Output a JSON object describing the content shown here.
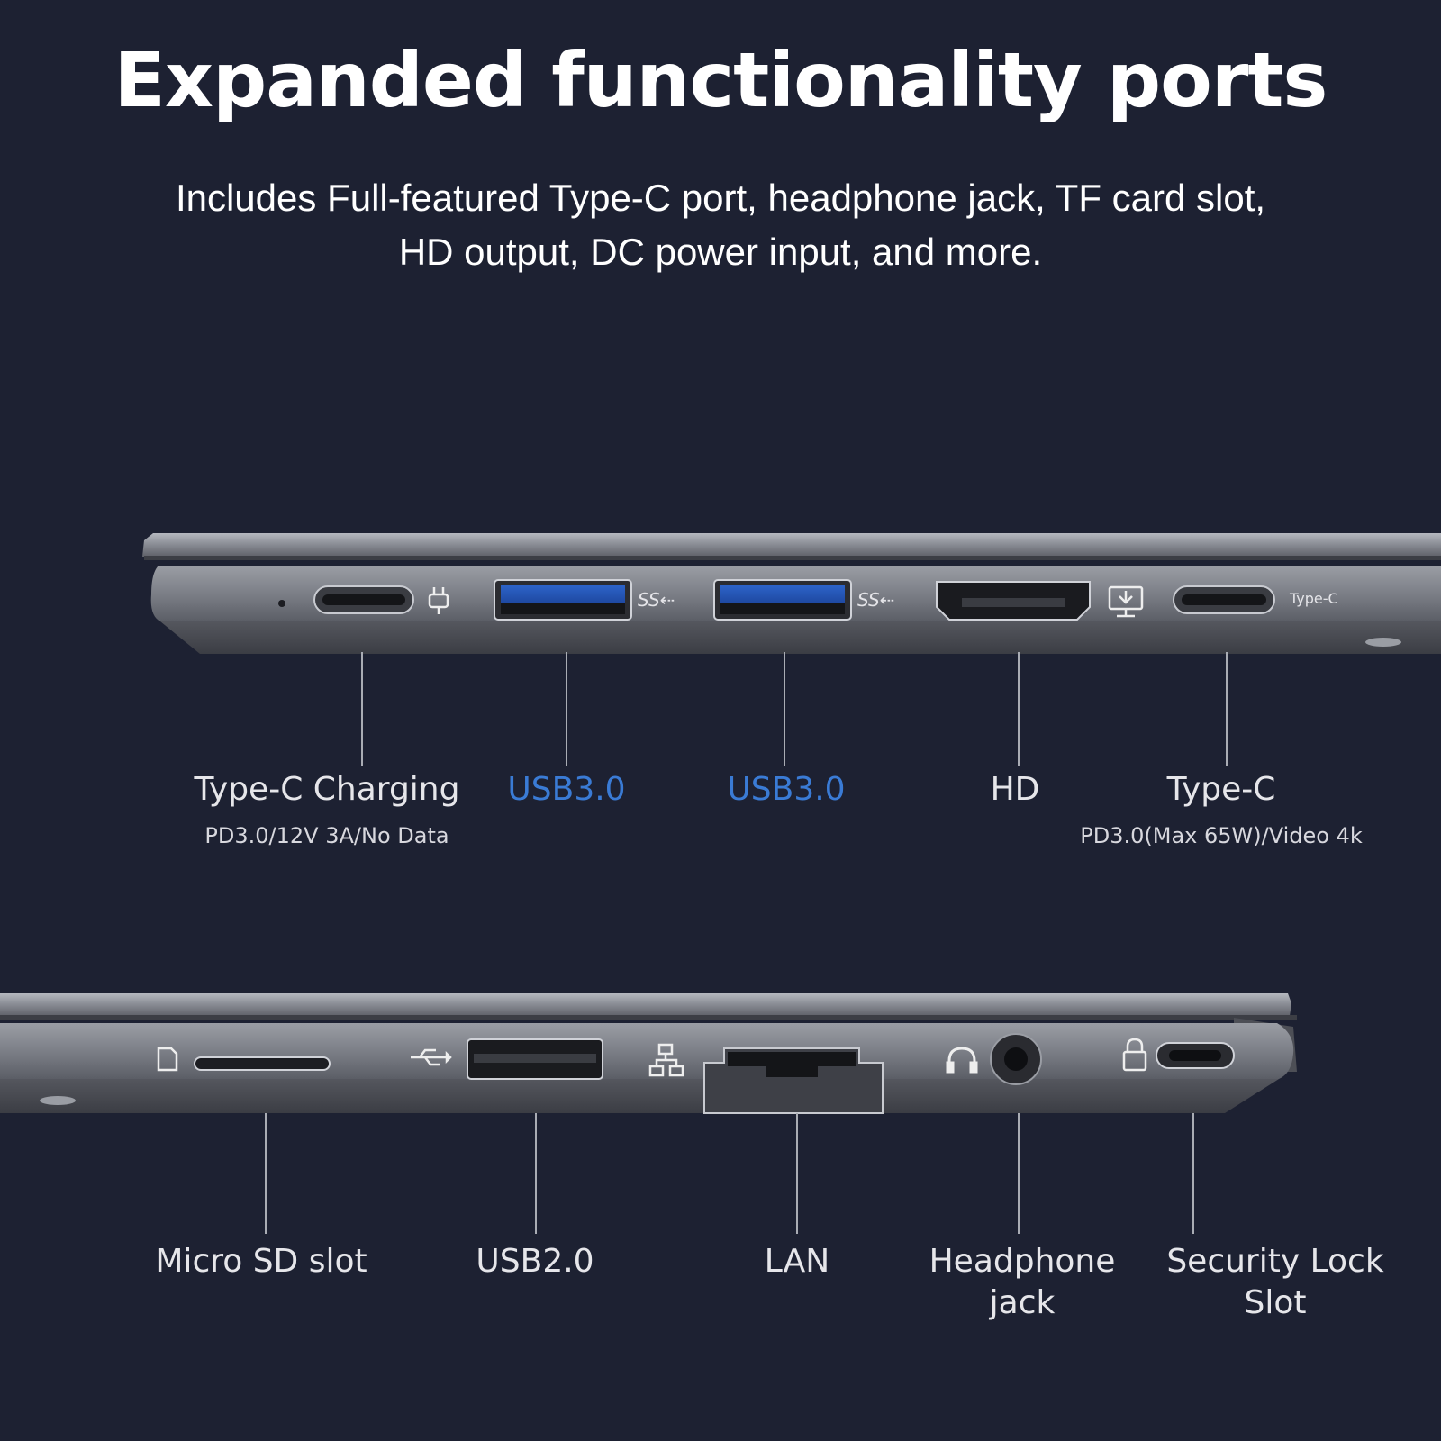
{
  "header": {
    "title": "Expanded functionality ports",
    "subtitle_line1": "Includes Full-featured Type-C port, headphone jack, TF card slot,",
    "subtitle_line2": "HD output, DC power input, and more."
  },
  "top_side": {
    "engraved_label": "Type-C",
    "ports": [
      {
        "name": "Type-C Charging",
        "detail": "PD3.0/12V 3A/No Data",
        "icon": "plug-icon"
      },
      {
        "name": "USB3.0",
        "icon": "ss-usb-icon",
        "color": "#3a7bd5"
      },
      {
        "name": "USB3.0",
        "icon": "ss-usb-icon",
        "color": "#3a7bd5"
      },
      {
        "name": "HD",
        "icon": "display-out-icon"
      },
      {
        "name": "Type-C",
        "detail": "PD3.0(Max 65W)/Video 4k"
      }
    ]
  },
  "bottom_side": {
    "ports": [
      {
        "name": "Micro SD slot",
        "icon": "sd-card-icon"
      },
      {
        "name": "USB2.0",
        "icon": "usb-icon"
      },
      {
        "name": "LAN",
        "icon": "network-icon"
      },
      {
        "name_line1": "Headphone",
        "name_line2": "jack",
        "icon": "headphone-icon"
      },
      {
        "name_line1": "Security Lock",
        "name_line2": "Slot",
        "icon": "lock-icon"
      }
    ]
  },
  "colors": {
    "background": "#1d2132",
    "accent_blue": "#3a7bd5",
    "chassis": "#6e7079"
  }
}
